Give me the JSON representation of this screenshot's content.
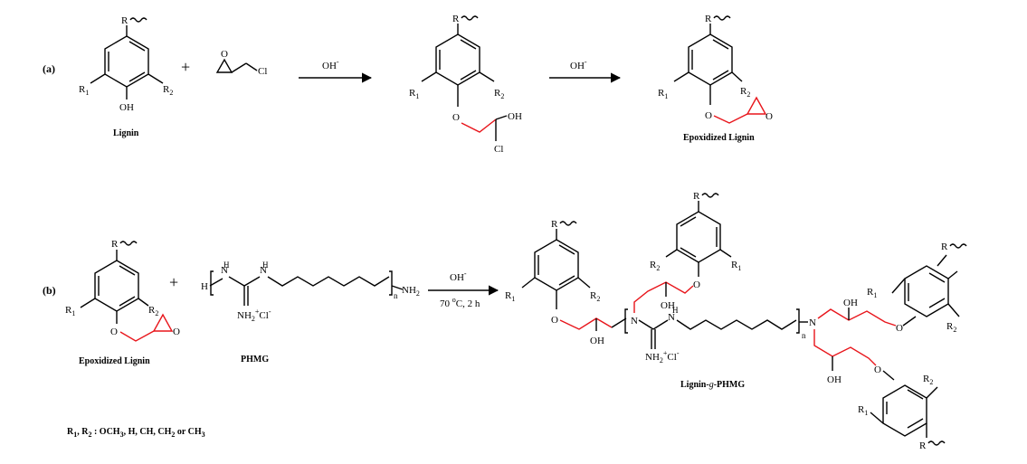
{
  "scheme": {
    "panel_a": "(a)",
    "panel_b": "(b)",
    "plus": "+",
    "atoms": {
      "R": "R",
      "R1": "R",
      "R1_sub": "1",
      "R2": "R",
      "R2_sub": "2",
      "O": "O",
      "OH": "OH",
      "Cl": "Cl",
      "N": "N",
      "H": "H",
      "NH": "N",
      "NH2": "NH",
      "NH2_sub": "2",
      "n": "n",
      "NH2Cl": "NH",
      "NH2Cl_sub": "2",
      "NH2Cl_sup": "+",
      "NH2Cl_tail": "Cl",
      "NH2Cl_tail_sup": "-"
    },
    "arrows": {
      "a1": "OH",
      "a1_sup": "-",
      "a2": "OH",
      "a2_sup": "-",
      "b1": "OH",
      "b1_sup": "-",
      "b1_cond_pre": "70 ",
      "b1_cond_sup": "o",
      "b1_cond_post": "C, 2 h"
    },
    "labels": {
      "lignin": "Lignin",
      "epox_a": "Epoxidized Lignin",
      "epox_b": "Epoxidized Lignin",
      "phmg": "PHMG",
      "product_pre": "Lignin-",
      "product_g": "g",
      "product_post": "-PHMG"
    },
    "footnote": {
      "pre": "R",
      "s1": "1",
      "mid": ", R",
      "s2": "2",
      "post": " : OCH",
      "s3": "3",
      "post2": ", H, CH, CH",
      "s4": "2",
      "post3": " or CH",
      "s5": "3"
    },
    "colors": {
      "bond": "#000000",
      "new_bond": "#e8151b"
    }
  }
}
